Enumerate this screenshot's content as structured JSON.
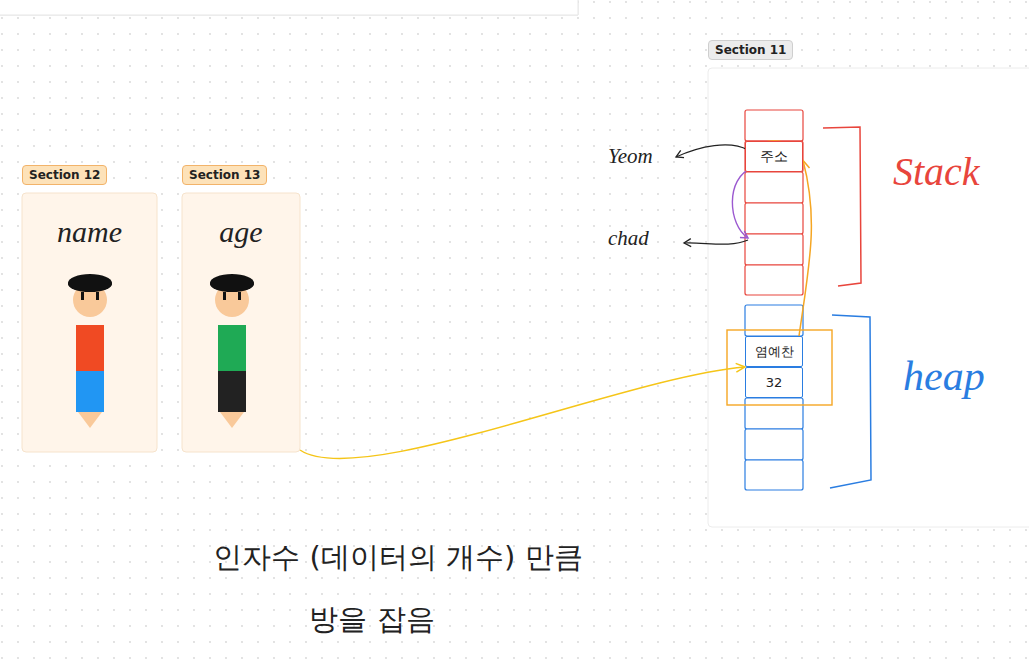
{
  "diagram": {
    "nodes": [
      {
        "text": [
          "Section 12",
          "name"
        ]
      },
      {
        "text": [
          "Section 13",
          "age"
        ]
      },
      {
        "text": [
          "Section 11"
        ]
      },
      {
        "text": [
          "주소"
        ],
        "in": 2
      },
      {
        "text": [
          "염예찬"
        ],
        "in": 2
      },
      {
        "text": [
          "32"
        ],
        "in": 2
      }
    ],
    "edges": [
      {
        "from": 1,
        "to": 4,
        "arrow": "to"
      },
      {
        "from": 4,
        "to": 3,
        "arrow": "to"
      }
    ],
    "labels": [
      "Yeom",
      "chad",
      "Stack",
      "heap",
      "인자수 (데이터의 개수) 만큼",
      "방을 잡음"
    ]
  }
}
